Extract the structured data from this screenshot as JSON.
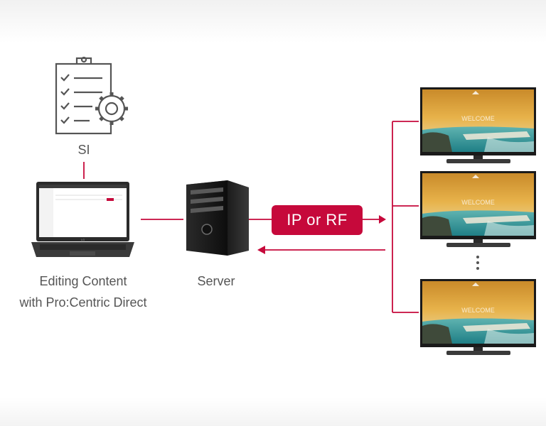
{
  "nodes": {
    "si": {
      "label": "SI"
    },
    "laptop": {
      "label_line1": "Editing Content",
      "label_line2": "with Pro:Centric Direct",
      "brand": "LG"
    },
    "server": {
      "label": "Server"
    },
    "link": {
      "label": "IP or RF"
    },
    "tv_screen_text": "WELCOME"
  },
  "colors": {
    "accent": "#c6093b",
    "label_text": "#555555",
    "icon_stroke": "#555555"
  },
  "icons": [
    "checklist-gear-icon",
    "laptop-icon",
    "server-icon",
    "tv-icon"
  ]
}
